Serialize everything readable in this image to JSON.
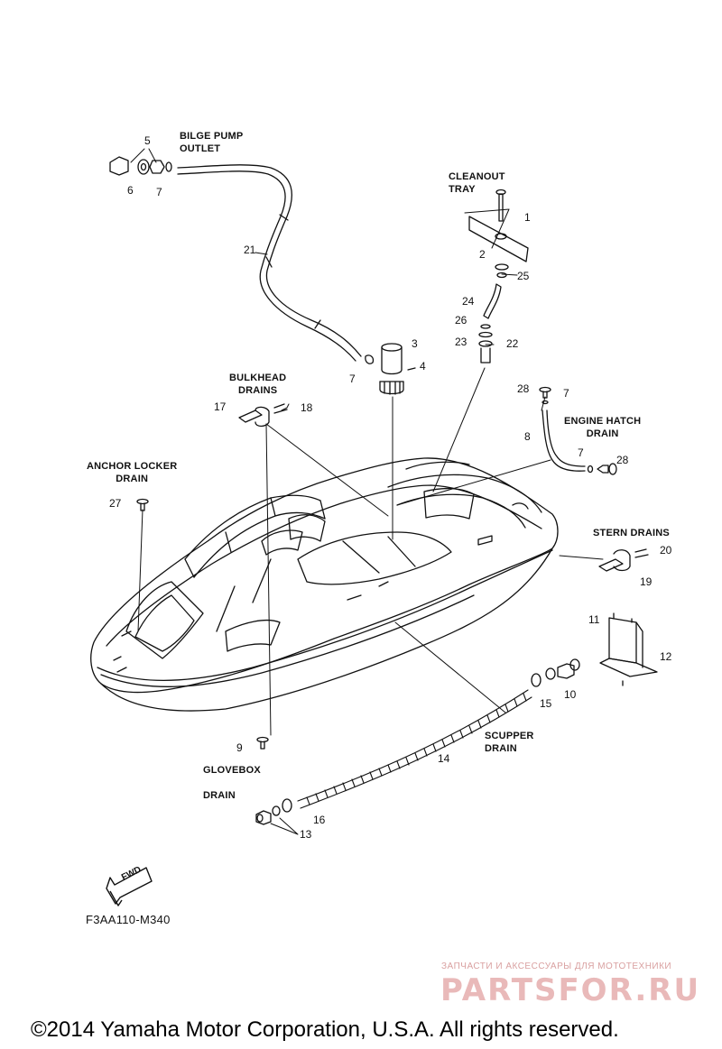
{
  "labels": {
    "bilge_pump_outlet": "BILGE PUMP\nOUTLET",
    "cleanout_tray": "CLEANOUT\nTRAY",
    "bulkhead_drains": "BULKHEAD\nDRAINS",
    "engine_hatch_drain": "ENGINE HATCH\nDRAIN",
    "anchor_locker_drain": "ANCHOR LOCKER\nDRAIN",
    "stern_drains": "STERN DRAINS",
    "scupper_drain": "SCUPPER\nDRAIN",
    "glovebox_drain": "GLOVEBOX\n\nDRAIN"
  },
  "part_numbers": {
    "n1": "1",
    "n2": "2",
    "n3": "3",
    "n4": "4",
    "n5": "5",
    "n6": "6",
    "n7a": "7",
    "n7b": "7",
    "n7c": "7",
    "n7d": "7",
    "n8": "8",
    "n9": "9",
    "n10": "10",
    "n11": "11",
    "n12": "12",
    "n13": "13",
    "n14": "14",
    "n15": "15",
    "n16": "16",
    "n17": "17",
    "n18": "18",
    "n19": "19",
    "n20": "20",
    "n21": "21",
    "n22": "22",
    "n23": "23",
    "n24": "24",
    "n25": "25",
    "n26": "26",
    "n27": "27",
    "n28a": "28",
    "n28b": "28"
  },
  "fwd_label": "FWD",
  "diagram_code": "F3AA110-M340",
  "watermark": {
    "line1": "ЗАПЧАСТИ И АКСЕССУАРЫ ДЛЯ МОТОТЕХНИКИ",
    "line2": "PARTSFOR.RU"
  },
  "copyright": "©2014 Yamaha Motor Corporation, U.S.A. All rights reserved."
}
